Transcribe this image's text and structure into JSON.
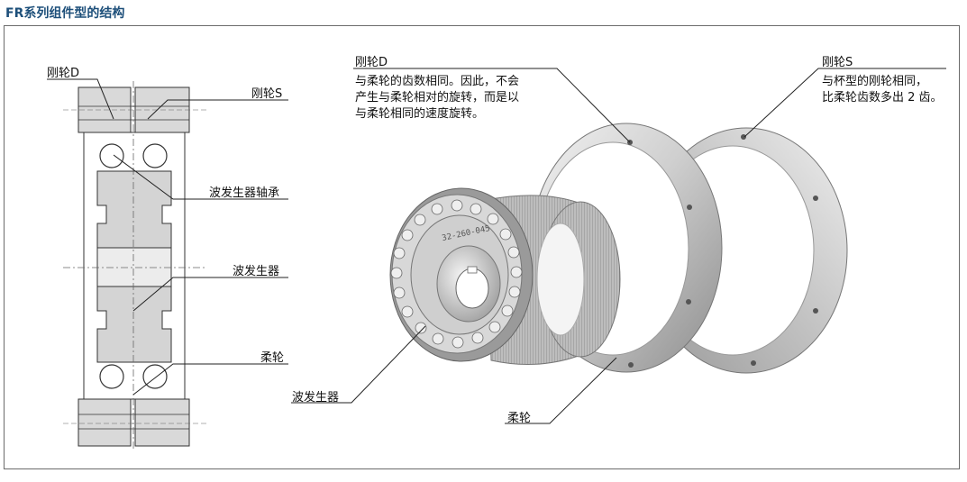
{
  "title": "FR系列组件型的结构",
  "section_diagram": {
    "labels": {
      "rigid_d": "刚轮D",
      "rigid_s": "刚轮S",
      "wg_bearing": "波发生器轴承",
      "wave_generator": "波发生器",
      "flexspline": "柔轮"
    }
  },
  "photo": {
    "rigid_d": {
      "name": "刚轮D",
      "desc": [
        "与柔轮的齿数相同。因此，不会",
        "产生与柔轮相对的旋转，而是以",
        "与柔轮相同的速度旋转。"
      ]
    },
    "rigid_s": {
      "name": "刚轮S",
      "desc": [
        "与杯型的刚轮相同，",
        "比柔轮齿数多出 2 齿。"
      ]
    },
    "wave_generator": "波发生器",
    "flexspline": "柔轮",
    "engraving": "32-260-045"
  }
}
